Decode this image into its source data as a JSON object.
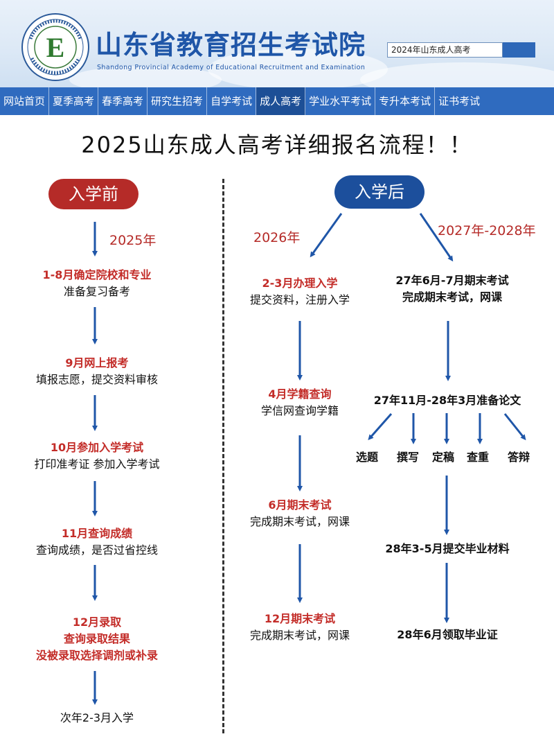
{
  "header": {
    "site_title": "山东省教育招生考试院",
    "site_subtitle": "Shandong Provincial Academy of Educational Recruitment and Examination",
    "logo_letter": "E",
    "search_value": "2024年山东成人高考"
  },
  "nav": [
    "网站首页",
    "夏季高考",
    "春季高考",
    "研究生招考",
    "自学考试",
    "成人高考",
    "学业水平考试",
    "专升本考试",
    "证书考试"
  ],
  "headline": "2025山东成人高考详细报名流程！！",
  "left": {
    "pill": "入学前",
    "year": "2025年",
    "steps": [
      {
        "title": "1-8月确定院校和专业",
        "desc": "准备复习备考"
      },
      {
        "title": "9月网上报考",
        "desc": "填报志愿，提交资料审核"
      },
      {
        "title": "10月参加入学考试",
        "desc": "打印准考证 参加入学考试"
      },
      {
        "title": "11月查询成绩",
        "desc": "查询成绩，是否过省控线"
      },
      {
        "title": "12月录取",
        "line2": "查询录取结果",
        "line3": "没被录取选择调剂或补录"
      }
    ],
    "final": "次年2-3月入学"
  },
  "right": {
    "pill": "入学后",
    "year_a": "2026年",
    "year_b": "2027年-2028年",
    "col_a": [
      {
        "title": "2-3月办理入学",
        "desc": "提交资料，注册入学"
      },
      {
        "title": "4月学籍查询",
        "desc": "学信网查询学籍"
      },
      {
        "title": "6月期末考试",
        "desc": "完成期末考试，网课"
      },
      {
        "title": "12月期末考试",
        "desc": "完成期末考试，网课"
      }
    ],
    "col_b": {
      "step1_line1": "27年6月-7月期末考试",
      "step1_line2": "完成期末考试，网课",
      "thesis": "27年11月-28年3月准备论文",
      "thesis_steps": [
        "选题",
        "撰写",
        "定稿",
        "查重",
        "答辩"
      ],
      "step3": "28年3-5月提交毕业材料",
      "step4": "28年6月领取毕业证"
    }
  },
  "colors": {
    "nav": "#2f6bbf",
    "red": "#b52b28",
    "blue": "#1c4f9c",
    "arrow": "#1f56a8"
  }
}
